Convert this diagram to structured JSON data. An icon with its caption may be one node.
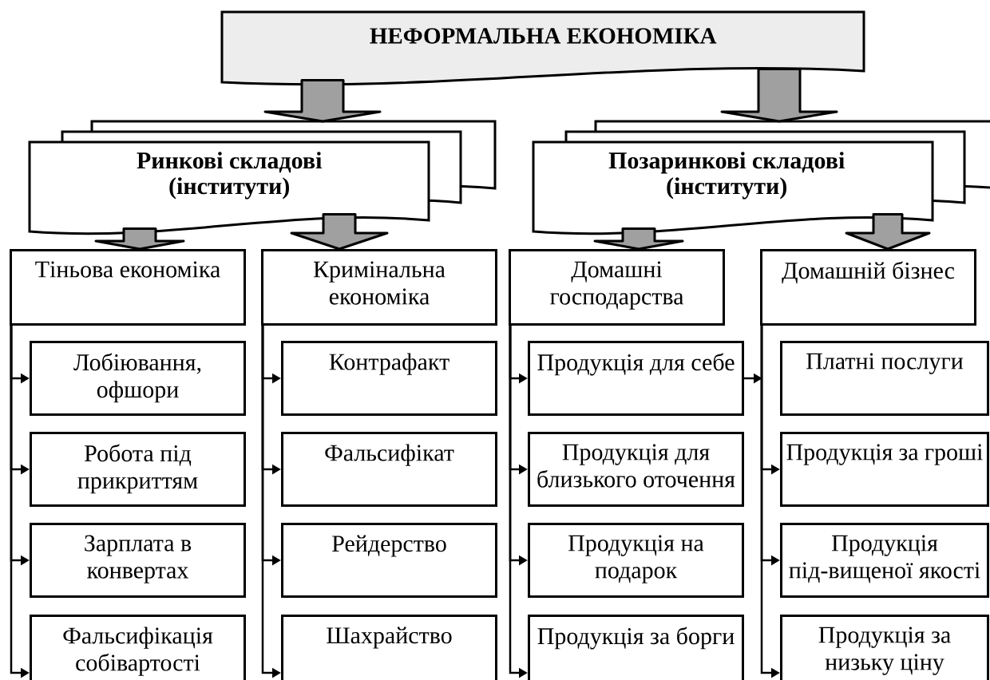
{
  "diagram": {
    "nodes": [
      {
        "text": [
          "НЕФОРМАЛЬНА ЕКОНОМІКА"
        ]
      },
      {
        "text": [
          "Ринкові складові (інститути)"
        ]
      },
      {
        "text": [
          "Позаринкові складові (інститути)"
        ]
      },
      {
        "text": [
          "Тіньова економіка"
        ]
      },
      {
        "text": [
          "Кримінальна економіка"
        ]
      },
      {
        "text": [
          "Домашні господарства"
        ]
      },
      {
        "text": [
          "Домашній бізнес"
        ]
      },
      {
        "text": [
          "Лобіювання, офшори"
        ]
      },
      {
        "text": [
          "Робота під прикриттям"
        ]
      },
      {
        "text": [
          "Зарплата в конвертах"
        ]
      },
      {
        "text": [
          "Фальсифікація собівартості"
        ]
      },
      {
        "text": [
          "Контрафакт"
        ]
      },
      {
        "text": [
          "Фальсифікат"
        ]
      },
      {
        "text": [
          "Рейдерство"
        ]
      },
      {
        "text": [
          "Шахрайство"
        ]
      },
      {
        "text": [
          "Продукція для себе"
        ]
      },
      {
        "text": [
          "Продукція для близького оточення"
        ]
      },
      {
        "text": [
          "Продукція на подарок"
        ]
      },
      {
        "text": [
          "Продукція за борги"
        ]
      },
      {
        "text": [
          "Платні послуги"
        ]
      },
      {
        "text": [
          "Продукція за гроші"
        ]
      },
      {
        "text": [
          "Продукція під-вищеної якості"
        ]
      },
      {
        "text": [
          "Продукція за низьку ціну"
        ]
      }
    ],
    "edges": [
      {
        "from": 0,
        "to": 1,
        "arrow": "to",
        "style": "thick"
      },
      {
        "from": 0,
        "to": 2,
        "arrow": "to",
        "style": "thick"
      },
      {
        "from": 1,
        "to": 3,
        "arrow": "to",
        "style": "thick"
      },
      {
        "from": 1,
        "to": 4,
        "arrow": "to",
        "style": "thick"
      },
      {
        "from": 2,
        "to": 5,
        "arrow": "to",
        "style": "thick"
      },
      {
        "from": 2,
        "to": 6,
        "arrow": "to",
        "style": "thick"
      },
      {
        "from": 3,
        "to": 7,
        "arrow": "to"
      },
      {
        "from": 3,
        "to": 8,
        "arrow": "to"
      },
      {
        "from": 3,
        "to": 9,
        "arrow": "to"
      },
      {
        "from": 3,
        "to": 10,
        "arrow": "to"
      },
      {
        "from": 4,
        "to": 11,
        "arrow": "to"
      },
      {
        "from": 4,
        "to": 12,
        "arrow": "to"
      },
      {
        "from": 4,
        "to": 13,
        "arrow": "to"
      },
      {
        "from": 4,
        "to": 14,
        "arrow": "to"
      },
      {
        "from": 5,
        "to": 15,
        "arrow": "to"
      },
      {
        "from": 5,
        "to": 16,
        "arrow": "to"
      },
      {
        "from": 5,
        "to": 17,
        "arrow": "to"
      },
      {
        "from": 5,
        "to": 18,
        "arrow": "to"
      },
      {
        "from": 15,
        "to": null,
        "arrow": "to"
      },
      {
        "from": 6,
        "to": 20,
        "arrow": "to"
      },
      {
        "from": 6,
        "to": 21,
        "arrow": "to"
      },
      {
        "from": 6,
        "to": 22,
        "arrow": "to"
      }
    ]
  }
}
